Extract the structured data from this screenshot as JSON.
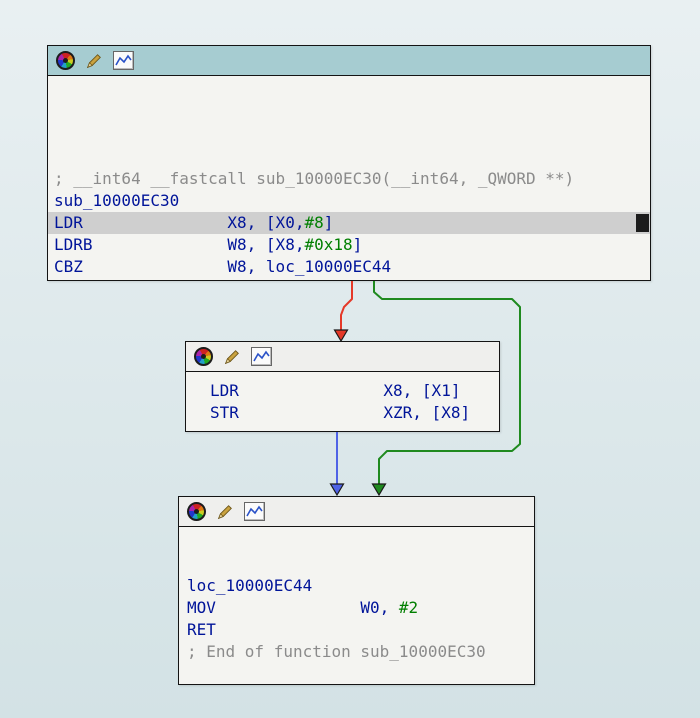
{
  "app": "disassembler-graph-view",
  "colors": {
    "page_bg_top": "#e9f0f2",
    "page_bg_bottom": "#d3e2e5",
    "active_titlebar": "#a6ccd1",
    "titlebar": "#efefed",
    "block_bg": "#f4f4f1",
    "border": "#141414",
    "highlight": "#cfcfcf",
    "marker": "#1c1c1c",
    "code": "#001499",
    "comment": "#8b8b8b",
    "number": "#007f00",
    "arrow_red": "#e53928",
    "arrow_green": "#1f8a1f",
    "arrow_blue": "#4f63e6",
    "arrow_outline": "#1a1a1a"
  },
  "icons": [
    {
      "name": "color-wheel-icon"
    },
    {
      "name": "edit-icon"
    },
    {
      "name": "graph-icon"
    }
  ],
  "blocks": [
    {
      "id": "entry",
      "label": "sub_10000EC30",
      "lines": [
        {
          "segments": []
        },
        {
          "segments": []
        },
        {
          "segments": []
        },
        {
          "segments": []
        },
        {
          "segments": [
            {
              "text": "; __int64 __fastcall sub_10000EC30(__int64, _QWORD **)",
              "color": "comment"
            }
          ]
        },
        {
          "segments": [
            {
              "text": "sub_10000EC30",
              "color": "code"
            }
          ]
        },
        {
          "highlight": true,
          "end_marker": true,
          "segments": [
            {
              "text": "LDR               X8, [X0,",
              "color": "code"
            },
            {
              "text": "#8",
              "color": "number"
            },
            {
              "text": "]",
              "color": "code"
            }
          ]
        },
        {
          "segments": [
            {
              "text": "LDRB              W8, [X8,",
              "color": "code"
            },
            {
              "text": "#0x18",
              "color": "number"
            },
            {
              "text": "]",
              "color": "code"
            }
          ]
        },
        {
          "segments": [
            {
              "text": "CBZ               W8, loc_10000EC44",
              "color": "code"
            }
          ]
        }
      ]
    },
    {
      "id": "fallthrough",
      "label": "store-block",
      "lines": [
        {
          "segments": [
            {
              "text": "LDR               X8, [X1]",
              "color": "code"
            }
          ]
        },
        {
          "segments": [
            {
              "text": "STR               XZR, [X8]",
              "color": "code"
            }
          ]
        }
      ]
    },
    {
      "id": "exit",
      "label": "loc_10000EC44",
      "lines": [
        {
          "segments": []
        },
        {
          "segments": []
        },
        {
          "segments": [
            {
              "text": "loc_10000EC44",
              "color": "code"
            }
          ]
        },
        {
          "segments": [
            {
              "text": "MOV               W0, ",
              "color": "code"
            },
            {
              "text": "#2",
              "color": "number"
            }
          ]
        },
        {
          "segments": [
            {
              "text": "RET",
              "color": "code"
            }
          ]
        },
        {
          "segments": [
            {
              "text": "; End of function sub_10000EC30",
              "color": "comment"
            }
          ]
        }
      ]
    }
  ],
  "edges": [
    {
      "name": "edge-fallthrough-red",
      "color_key": "red"
    },
    {
      "name": "edge-branch-taken-green",
      "color_key": "green"
    },
    {
      "name": "edge-flow-blue",
      "color_key": "blue"
    }
  ]
}
